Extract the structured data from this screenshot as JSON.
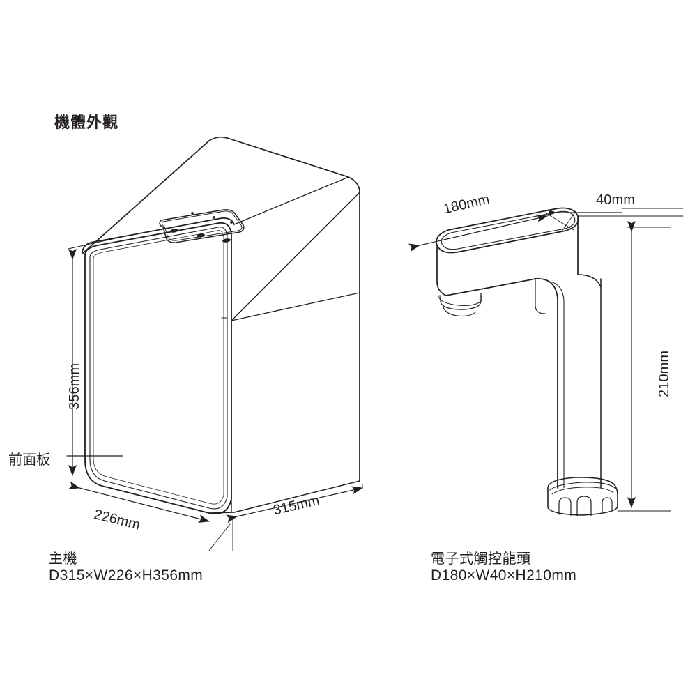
{
  "page": {
    "title": "機體外觀",
    "background": "#ffffff",
    "ink": "#231f20"
  },
  "main_unit": {
    "name_label": "主機",
    "spec_label": "D315×W226×H356mm",
    "front_panel_label": "前面板",
    "dimensions": {
      "height": "356mm",
      "width": "226mm",
      "depth": "315mm"
    },
    "control_panel": {
      "button_count": 3,
      "indicator_count": 3
    }
  },
  "faucet": {
    "name_label": "電子式觸控龍頭",
    "spec_label": "D180×W40×H210mm",
    "dimensions": {
      "depth": "180mm",
      "width": "40mm",
      "height": "210mm"
    }
  },
  "icons": {
    "arrow": "dimension-arrow",
    "leader": "leader-line"
  }
}
